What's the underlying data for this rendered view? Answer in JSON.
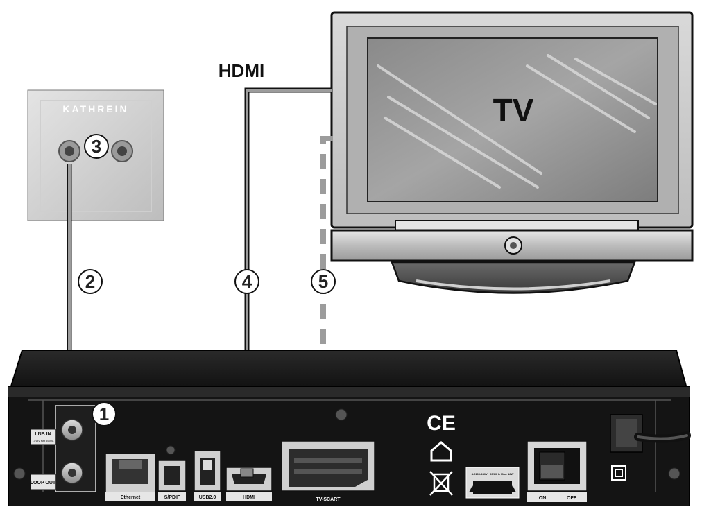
{
  "tv": {
    "label": "TV"
  },
  "wall_socket": {
    "brand": "KATHREIN"
  },
  "cable_label_hdmi": "HDMI",
  "callouts": [
    "1",
    "2",
    "3",
    "4",
    "5"
  ],
  "receiver": {
    "ports": {
      "lnb_in": "LNB IN",
      "lnb_in_sub": "13/18V Max 500mA",
      "loop_out": "LOOP OUT",
      "ethernet": "Ethernet",
      "spdif": "S/PDIF",
      "usb": "USB2.0",
      "hdmi": "HDMI",
      "scart": "TV-SCART"
    },
    "ce_mark": "CE",
    "power_rating": "AC100-240V~ 50/60Hz Max. 18W",
    "switch_on": "ON",
    "switch_off": "OFF"
  },
  "colors": {
    "cable": "#999999",
    "dark": "#1a1a1a",
    "outline": "#111111"
  }
}
